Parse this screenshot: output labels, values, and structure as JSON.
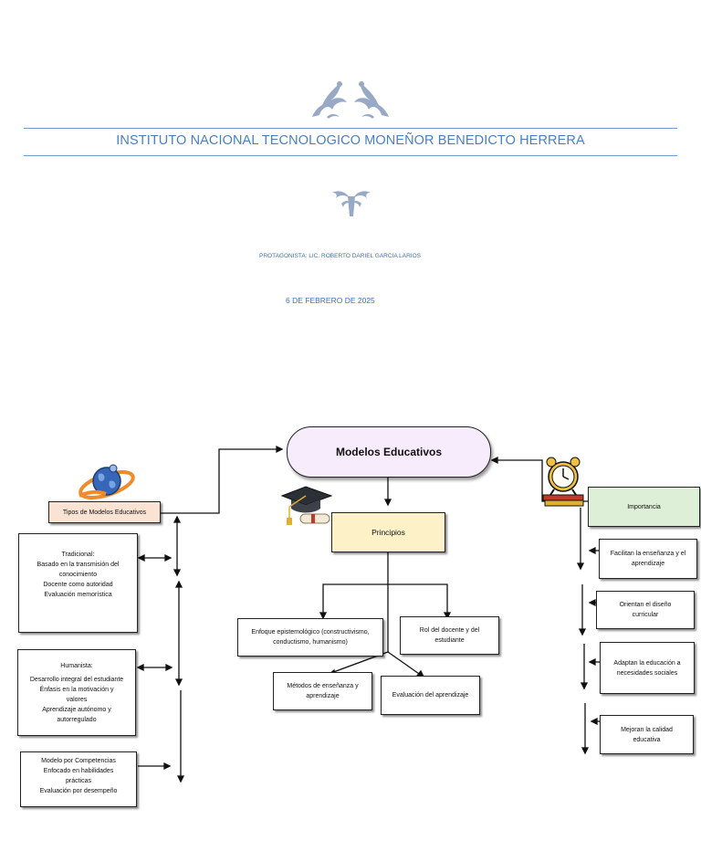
{
  "header": {
    "institution": "INSTITUTO NACIONAL TECNOLOGICO MONEÑOR BENEDICTO HERRERA",
    "protagonist": "PROTAGONISTA: LIC. ROBERTO DARIEL GARCIA LARIOS",
    "date": "6 DE FEBRERO DE 2025"
  },
  "diagram": {
    "central": "Modelos Educativos",
    "types_label": "Tipos de Modelos Educativos",
    "types": [
      {
        "lines": [
          "Tradicional:",
          "Basado en la transmisión del",
          "conocimiento",
          "Docente como autoridad",
          "Evaluación memorística"
        ]
      },
      {
        "lines": [
          "Humanista:",
          "Desarrollo integral del estudiante",
          "Énfasis en la motivación y",
          "valores",
          "Aprendizaje autónomo y",
          "autorregulado"
        ]
      },
      {
        "lines": [
          "Modelo por Competencias",
          "Enfocado en habilidades",
          "prácticas",
          "Evaluación por desempeño"
        ]
      }
    ],
    "principles_label": "Principios",
    "principles": [
      {
        "lines": [
          "Enfoque epistemológico (constructivismo,",
          "conductismo, humanismo)"
        ]
      },
      {
        "lines": [
          "Rol del docente y del",
          "estudiante"
        ]
      },
      {
        "lines": [
          "Métodos de enseñanza y",
          "aprendizaje"
        ]
      },
      {
        "lines": [
          "Evaluación del aprendizaje"
        ]
      }
    ],
    "importance_label": "Importancia",
    "importance": [
      {
        "lines": [
          "Facilitan la enseñanza y el",
          "aprendizaje"
        ]
      },
      {
        "lines": [
          "Orientan el diseño",
          "curricular"
        ]
      },
      {
        "lines": [
          "Adaptan la educación a",
          "necesidades sociales"
        ]
      },
      {
        "lines": [
          "Mejoran la calidad",
          "educativa"
        ]
      }
    ]
  },
  "colors": {
    "accent_blue": "#4a7fc0",
    "types_fill": "#fbe3d3",
    "principles_fill": "#fdf1c7",
    "importance_fill": "#deefd8",
    "central_fill": "#f7ecfb"
  },
  "icons": [
    "flourish-ornament-icon",
    "small-flourish-icon",
    "globe-icon",
    "graduation-cap-icon",
    "alarm-clock-icon"
  ]
}
